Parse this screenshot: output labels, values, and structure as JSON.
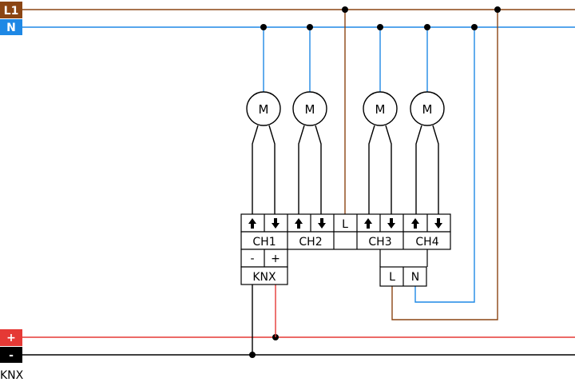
{
  "rails": {
    "l1": {
      "label": "L1",
      "color": "#8B4513"
    },
    "n": {
      "label": "N",
      "color": "#1E88E5"
    },
    "plus": {
      "label": "+",
      "color": "#E53935"
    },
    "minus": {
      "label": "-",
      "color": "#000000"
    },
    "bus_label": "KNX"
  },
  "motors": [
    {
      "label": "M"
    },
    {
      "label": "M"
    },
    {
      "label": "M"
    },
    {
      "label": "M"
    }
  ],
  "terminals": {
    "up_icon": "arrow-up-icon",
    "down_icon": "arrow-down-icon",
    "l_label": "L",
    "channels": [
      "CH1",
      "CH2",
      "CH3",
      "CH4"
    ],
    "knx_minus": "-",
    "knx_plus": "+",
    "knx_label": "KNX",
    "supply_l": "L",
    "supply_n": "N"
  },
  "colors": {
    "brown": "#8B4513",
    "blue": "#1E88E5",
    "red": "#E53935",
    "black": "#000000"
  }
}
